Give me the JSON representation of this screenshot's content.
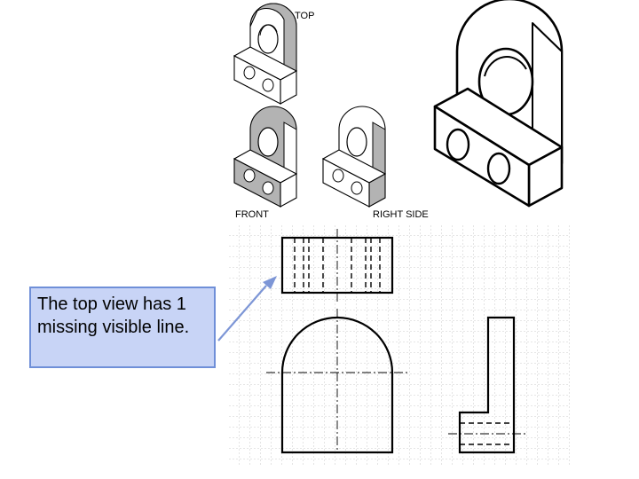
{
  "labels": {
    "top": "TOP",
    "front": "FRONT",
    "right_side": "RIGHT SIDE"
  },
  "callout": {
    "text": "The top view has 1 missing visible line."
  },
  "colors": {
    "shade": "#b3b3b3",
    "callout_fill": "#c8d4f6",
    "callout_border": "#6f8fd8",
    "grid": "#bdbdbd",
    "arrow": "#7d96d6"
  }
}
